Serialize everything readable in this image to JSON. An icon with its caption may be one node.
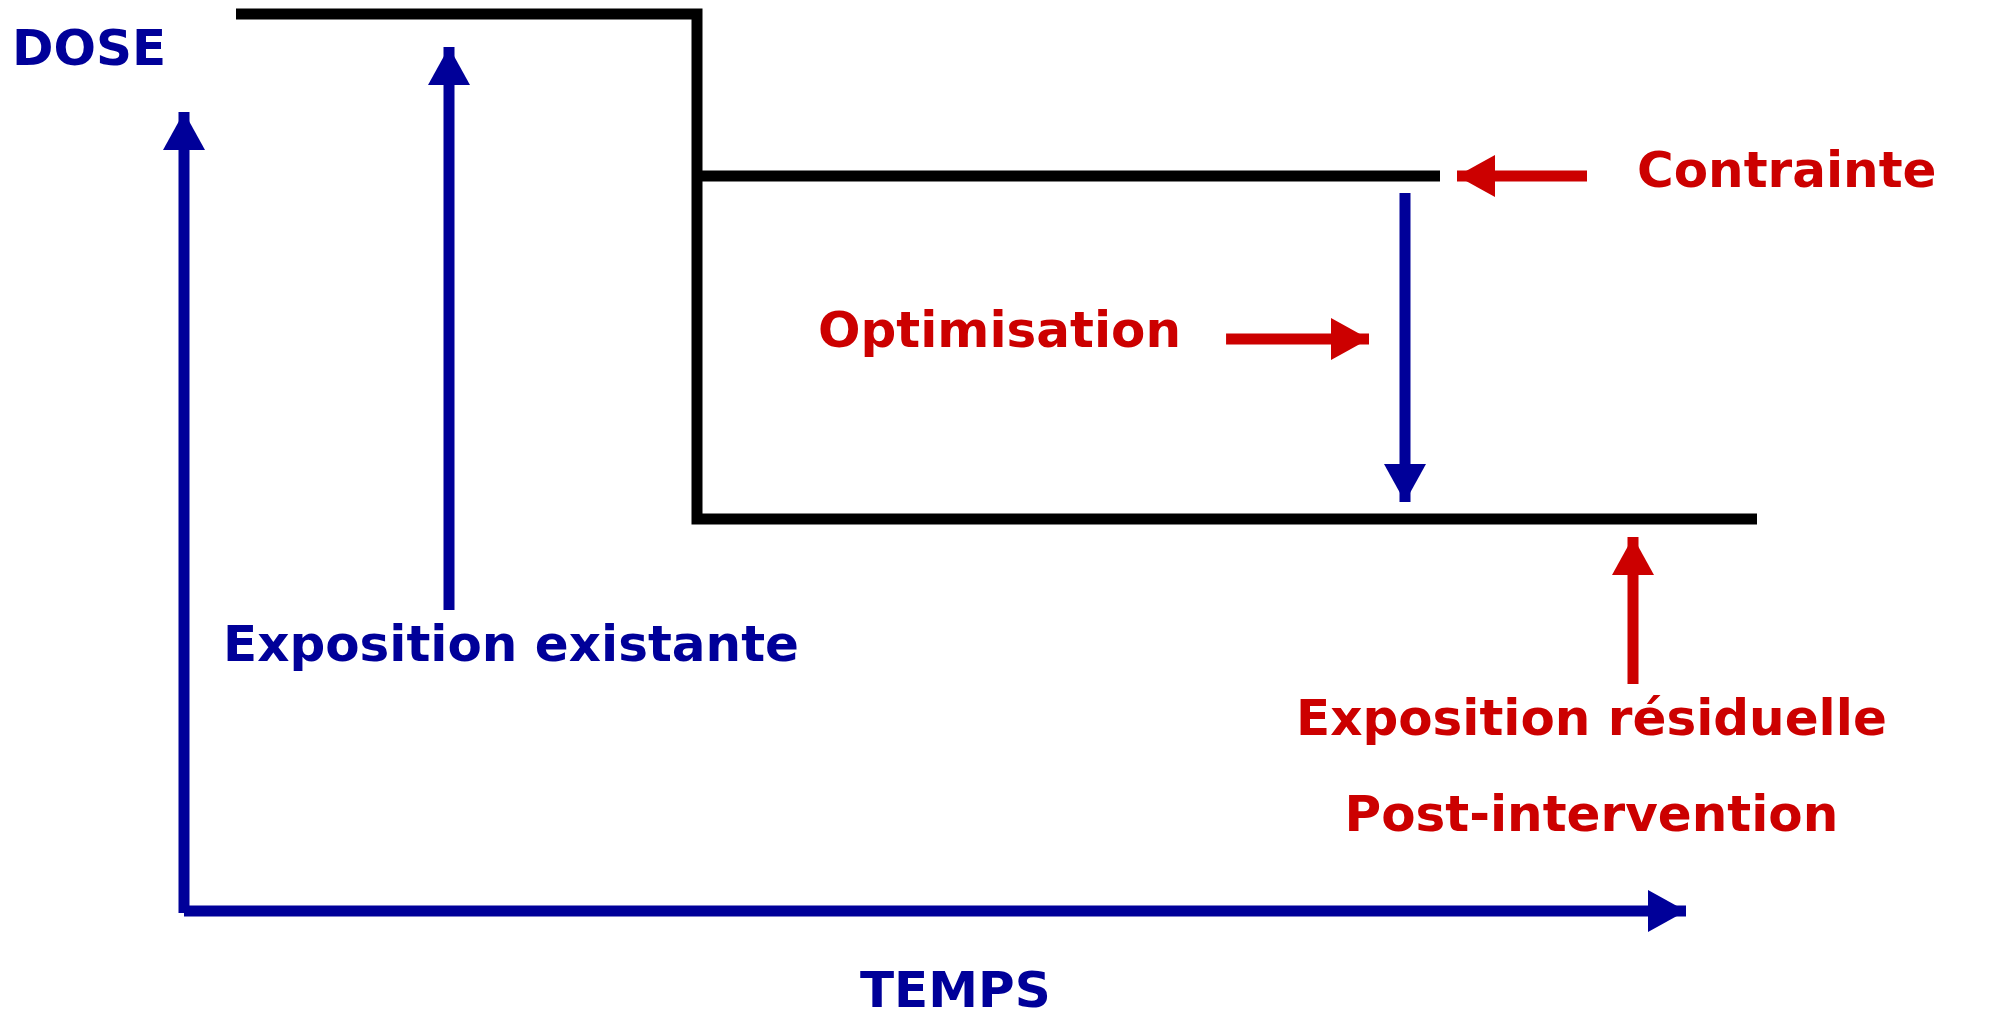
{
  "diagram": {
    "nodes": [
      {
        "text": [
          "Exposition existante"
        ]
      },
      {
        "text": [
          "Optimisation"
        ]
      },
      {
        "text": [
          "Contrainte"
        ]
      },
      {
        "text": [
          "Exposition résiduelle",
          "Post-intervention"
        ]
      }
    ],
    "edges": [
      {
        "from": 0,
        "to": null,
        "arrow": "to",
        "color": "#000099"
      },
      {
        "from": 1,
        "to": null,
        "arrow": "to"
      },
      {
        "from": 2,
        "to": null,
        "arrow": "to"
      },
      {
        "from": 3,
        "to": null,
        "arrow": "to"
      }
    ],
    "labels": [
      "DOSE",
      "TEMPS"
    ]
  }
}
